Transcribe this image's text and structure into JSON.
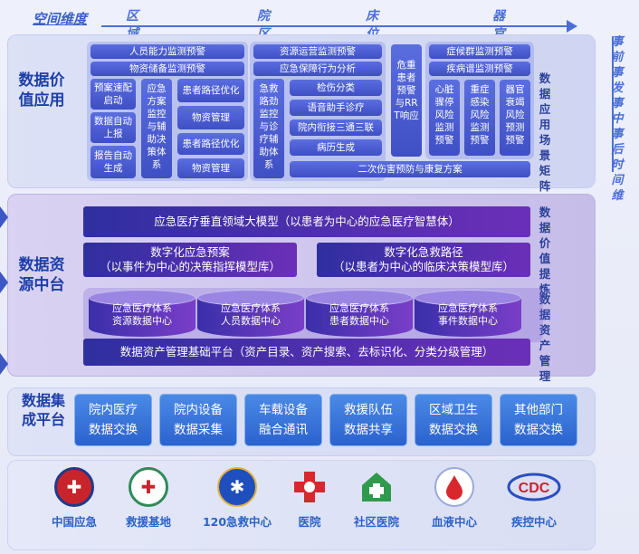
{
  "axis": {
    "title": "空间维度",
    "labels": [
      "区域",
      "院区",
      "床位",
      "器官"
    ],
    "time_label": "事前事发事中事后时间维"
  },
  "value_layer": {
    "title": "数据价值应用",
    "right_label": "数据应用场景矩阵",
    "left_top": [
      "人员能力监测预警",
      "物资储备监测预警"
    ],
    "left_cols": [
      "预案速配启动",
      "数据自动上报",
      "报告自动生成"
    ],
    "plan_col": "应急方案监控与辅助决策体系",
    "path_boxes": [
      "患者路径优化",
      "物资管理",
      "患者路径优化",
      "物资管理"
    ],
    "mid_top": [
      "资源运营监测预警",
      "应急保障行为分析"
    ],
    "rescue_col": "急救路劲监控与诊疗辅助体系",
    "mid_boxes": [
      "检伤分类",
      "语音助手诊疗",
      "院内衔接三通三联",
      "病历生成"
    ],
    "crit_col": "危重患者预警与RRT响应",
    "right_top": [
      "症候群监测预警",
      "疾病谱监测预警"
    ],
    "right_cols": [
      "心脏骤停风险监测预警",
      "重症感染风险监测预警",
      "器官衰竭风险预测预警"
    ],
    "bottom_bar": "二次伤害预防与康复方案"
  },
  "resource_layer": {
    "title": "数据资源中台",
    "right_top": "数据价值提炼",
    "right_bottom": "数据资产管理",
    "model": "应急医疗垂直领域大模型（以患者为中心的应急医疗智慧体）",
    "plan_lib": [
      "数字化应急预案",
      "（以事件为中心的决策指挥模型库）"
    ],
    "path_lib": [
      "数字化急救路径",
      "（以患者为中心的临床决策模型库）"
    ],
    "centers": [
      [
        "应急医疗体系",
        "资源数据中心"
      ],
      [
        "应急医疗体系",
        "人员数据中心"
      ],
      [
        "应急医疗体系",
        "患者数据中心"
      ],
      [
        "应急医疗体系",
        "事件数据中心"
      ]
    ],
    "platform": "数据资产管理基础平台（资产目录、资产搜索、去标识化、分类分级管理）"
  },
  "integration_layer": {
    "title": "数据集成平台",
    "items": [
      [
        "院内医疗",
        "数据交换"
      ],
      [
        "院内设备",
        "数据采集"
      ],
      [
        "车载设备",
        "融合通讯"
      ],
      [
        "救援队伍",
        "数据共享"
      ],
      [
        "区域卫生",
        "数据交换"
      ],
      [
        "其他部门",
        "数据交换"
      ]
    ]
  },
  "sources": [
    {
      "label": "中国应急",
      "icon": "emergency-emblem-icon",
      "color": "#c8242b"
    },
    {
      "label": "救援基地",
      "icon": "rescue-base-emblem-icon",
      "color": "#2e8b57"
    },
    {
      "label": "120急救中心",
      "icon": "star-of-life-icon",
      "color": "#1f4fbf"
    },
    {
      "label": "医院",
      "icon": "hospital-cross-icon",
      "color": "#d8272d"
    },
    {
      "label": "社区医院",
      "icon": "community-hospital-icon",
      "color": "#2f9a4c"
    },
    {
      "label": "血液中心",
      "icon": "blood-drop-icon",
      "color": "#d8272d"
    },
    {
      "label": "疾控中心",
      "icon": "cdc-logo-icon",
      "color": "#2a4fc0"
    }
  ]
}
